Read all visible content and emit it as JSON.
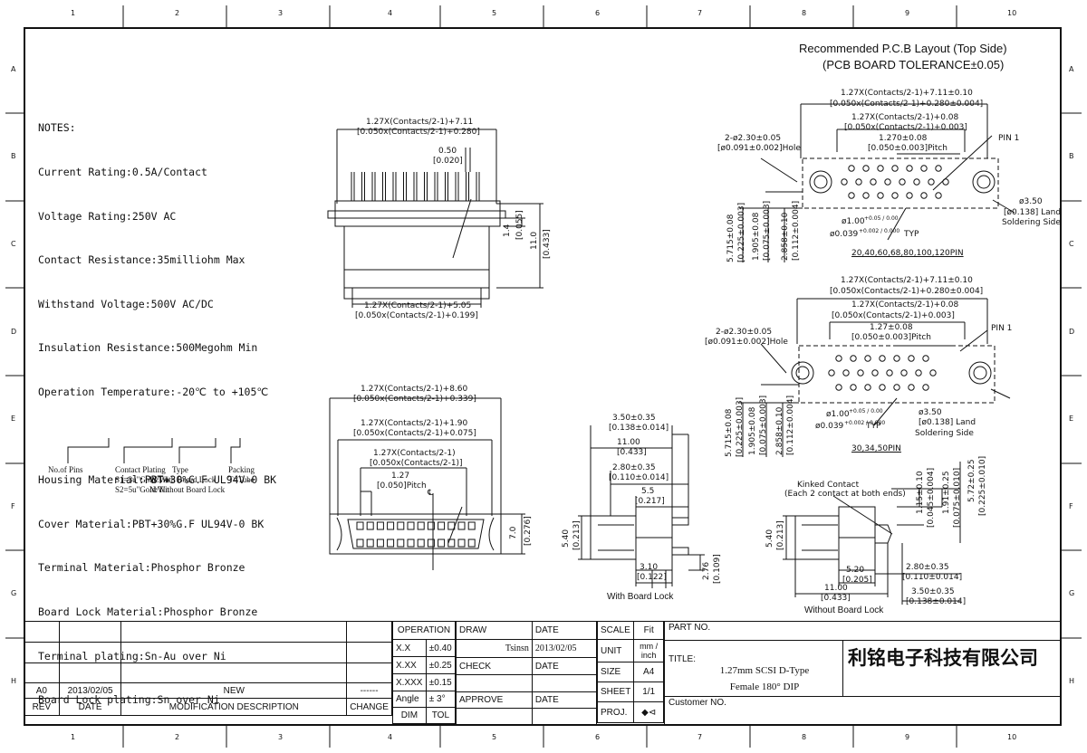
{
  "columns": [
    "1",
    "2",
    "3",
    "4",
    "5",
    "6",
    "7",
    "8",
    "9",
    "10"
  ],
  "rows": [
    "A",
    "B",
    "C",
    "D",
    "E",
    "F",
    "G",
    "H"
  ],
  "notes": {
    "heading": "NOTES:",
    "lines": [
      "Current Rating:0.5A/Contact",
      "Voltage Rating:250V AC",
      "Contact Resistance:35milliohm Max",
      "Withstand Voltage:500V AC/DC",
      "Insulation Resistance:500Megohm Min",
      "Operation Temperature:-20℃ to +105℃"
    ],
    "materials": [
      "Housing Material:PBT+30%G.F UL94V-0 BK",
      "Cover Material:PBT+30%G.F UL94V-0 BK",
      "Terminal Material:Phosphor Bronze",
      "Board Lock Material:Phosphor Bronze",
      "Terminal plating:Sn-Au over Ni",
      "Board Lock plating:Sn over Ni"
    ]
  },
  "part_code": {
    "no_of_pins": "No.of Pins",
    "contact_plating": "Contact Plating",
    "plating_s1": "S1=3u\"Gold/Tin",
    "plating_s2": "S2=5u\"Gold/Tin",
    "type": "Type",
    "type_w": "W:With Board Lock",
    "type_n": "N:Without Board Lock",
    "packing": "Packing",
    "packing_t": "T=Tube"
  },
  "pcb_layout": {
    "title": "Recommended P.C.B Layout (Top Side)",
    "tolerance": "(PCB BOARD TOLERANCE±0.05)",
    "top": {
      "d1": "1.27X(Contacts/2-1)+7.11±0.10",
      "d1i": "[0.050x(Contacts/2-1)+0.280±0.004]",
      "d2": "1.27X(Contacts/2-1)+0.08",
      "d2i": "[0.050x(Contacts/2-1)+0.003]",
      "pitch": "1.270±0.08",
      "pitch_i": "[0.050±0.003]Pitch",
      "hole": "2-ø2.30±0.05",
      "hole_i": "[ø0.091±0.002]Hole",
      "pin1": "PIN 1",
      "land": "ø3.50",
      "land_i": "[ø0.138] Land",
      "land_side": "Soldering Side",
      "pin_hole": "ø1.00",
      "pin_hole_tol": "+0.05 / 0.00",
      "pin_hole_i": "ø0.039",
      "pin_hole_i_tol": "+0.002 / 0.000",
      "typ": "TYP",
      "v1": "5.715±0.08",
      "v1i": "[0.225±0.003]",
      "v2": "1.905±0.08",
      "v2i": "[0.075±0.003]",
      "v3": "2.858±0.10",
      "v3i": "[0.112±0.004]",
      "pins": "20,40,60,68,80,100,120PIN"
    },
    "bottom": {
      "d1": "1.27X(Contacts/2-1)+7.11±0.10",
      "d1i": "[0.050x(Contacts/2-1)+0.280±0.004]",
      "d2": "1.27X(Contacts/2-1)+0.08",
      "d2i": "[0.050x(Contacts/2-1)+0.003]",
      "pitch": "1.27±0.08",
      "pitch_i": "[0.050±0.003]Pitch",
      "hole": "2-ø2.30±0.05",
      "hole_i": "[ø0.091±0.002]Hole",
      "pin1": "PIN 1",
      "land": "ø3.50",
      "land_i": "[ø0.138] Land",
      "land_side": "Soldering Side",
      "pin_hole": "ø1.00",
      "pin_hole_tol": "+0.05 / 0.00",
      "pin_hole_i": "ø0.039",
      "pin_hole_i_tol": "+0.002 / 0.000",
      "typ": "TYP",
      "v1": "5.715±0.08",
      "v1i": "[0.225±0.003]",
      "v2": "1.905±0.08",
      "v2i": "[0.075±0.003]",
      "v3": "2.858±0.10",
      "v3i": "[0.112±0.004]",
      "pins": "30,34,50PIN"
    }
  },
  "front_view": {
    "d1": "1.27X(Contacts/2-1)+7.11",
    "d1i": "[0.050x(Contacts/2-1)+0.280]",
    "pin_w": "0.50",
    "pin_wi": "[0.020]",
    "h1": "1.4",
    "h1i": "[0.055]",
    "h2": "11.0",
    "h2i": "[0.433]",
    "d2": "1.27X(Contacts/2-1)+5.05",
    "d2i": "[0.050x(Contacts/2-1)+0.199]"
  },
  "top_view": {
    "d1": "1.27X(Contacts/2-1)+8.60",
    "d1i": "[0.050x(Contacts/2-1)+0.339]",
    "d2": "1.27X(Contacts/2-1)+1.90",
    "d2i": "[0.050x(Contacts/2-1)+0.075]",
    "d3": "1.27X(Contacts/2-1)",
    "d3i": "[0.050x(Contacts/2-1)]",
    "pitch": "1.27",
    "pitch_i": "[0.050]Pitch",
    "h": "7.0",
    "hi": "[0.276]",
    "cl": "℄"
  },
  "side_with": {
    "d1": "3.50±0.35",
    "d1i": "[0.138±0.014]",
    "d2": "11.00",
    "d2i": "[0.433]",
    "d3": "2.80±0.35",
    "d3i": "[0.110±0.014]",
    "d4": "5.5",
    "d4i": "[0.217]",
    "h": "5.40",
    "hi": "[0.213]",
    "d5": "3.10",
    "d5i": "[0.122]",
    "d6": "2.76",
    "d6i": "[0.109]",
    "caption": "With Board Lock"
  },
  "side_without": {
    "kinked": "Kinked Contact",
    "kinked2": "(Each 2 contact at both ends)",
    "v1": "1.15±0.10",
    "v1i": "[0.045±0.004]",
    "v2": "1.91±0.25",
    "v2i": "[0.075±0.010]",
    "v3": "5.72±0.25",
    "v3i": "[0.225±0.010]",
    "h": "5.40",
    "hi": "[0.213]",
    "d1": "5.20",
    "d1i": "[0.205]",
    "d2": "2.80±0.35",
    "d2i": "[0.110±0.014]",
    "d3": "11.00",
    "d3i": "[0.433]",
    "d4": "3.50±0.35",
    "d4i": "[0.138±0.014]",
    "caption": "Without Board Lock"
  },
  "title_block": {
    "rev_header": "REV",
    "date_header": "DATE",
    "mod_header": "MODIFICATION DESCRIPTION",
    "change_header": "CHANGE",
    "rev": "A0",
    "rev_date": "2013/02/05",
    "rev_desc": "NEW",
    "rev_change": "------",
    "operation": "OPERATION",
    "tol_xx_label": "X.X",
    "tol_xx": "±0.40",
    "tol_xxx_label": "X.XX",
    "tol_xxx": "±0.25",
    "tol_xxxx_label": "X.XXX",
    "tol_xxxx": "±0.15",
    "angle_label": "Angle",
    "angle": "± 3°",
    "dim": "DIM",
    "tol": "TOL",
    "draw": "DRAW",
    "drawer": "Tsinsn",
    "date_label": "DATE",
    "draw_date": "2013/02/05",
    "check": "CHECK",
    "approve": "APPROVE",
    "scale": "SCALE",
    "scale_val": "Fit",
    "unit": "UNIT",
    "unit_val": "mm / inch",
    "size": "SIZE",
    "size_val": "A4",
    "sheet": "SHEET",
    "sheet_val": "1/1",
    "proj": "PROJ.",
    "part_no": "PART NO.",
    "title_label": "TITLE:",
    "title1": "1.27mm SCSI D-Type",
    "title2": "Female 180° DIP",
    "customer": "Customer NO.",
    "company": "利铭电子科技有限公司"
  }
}
